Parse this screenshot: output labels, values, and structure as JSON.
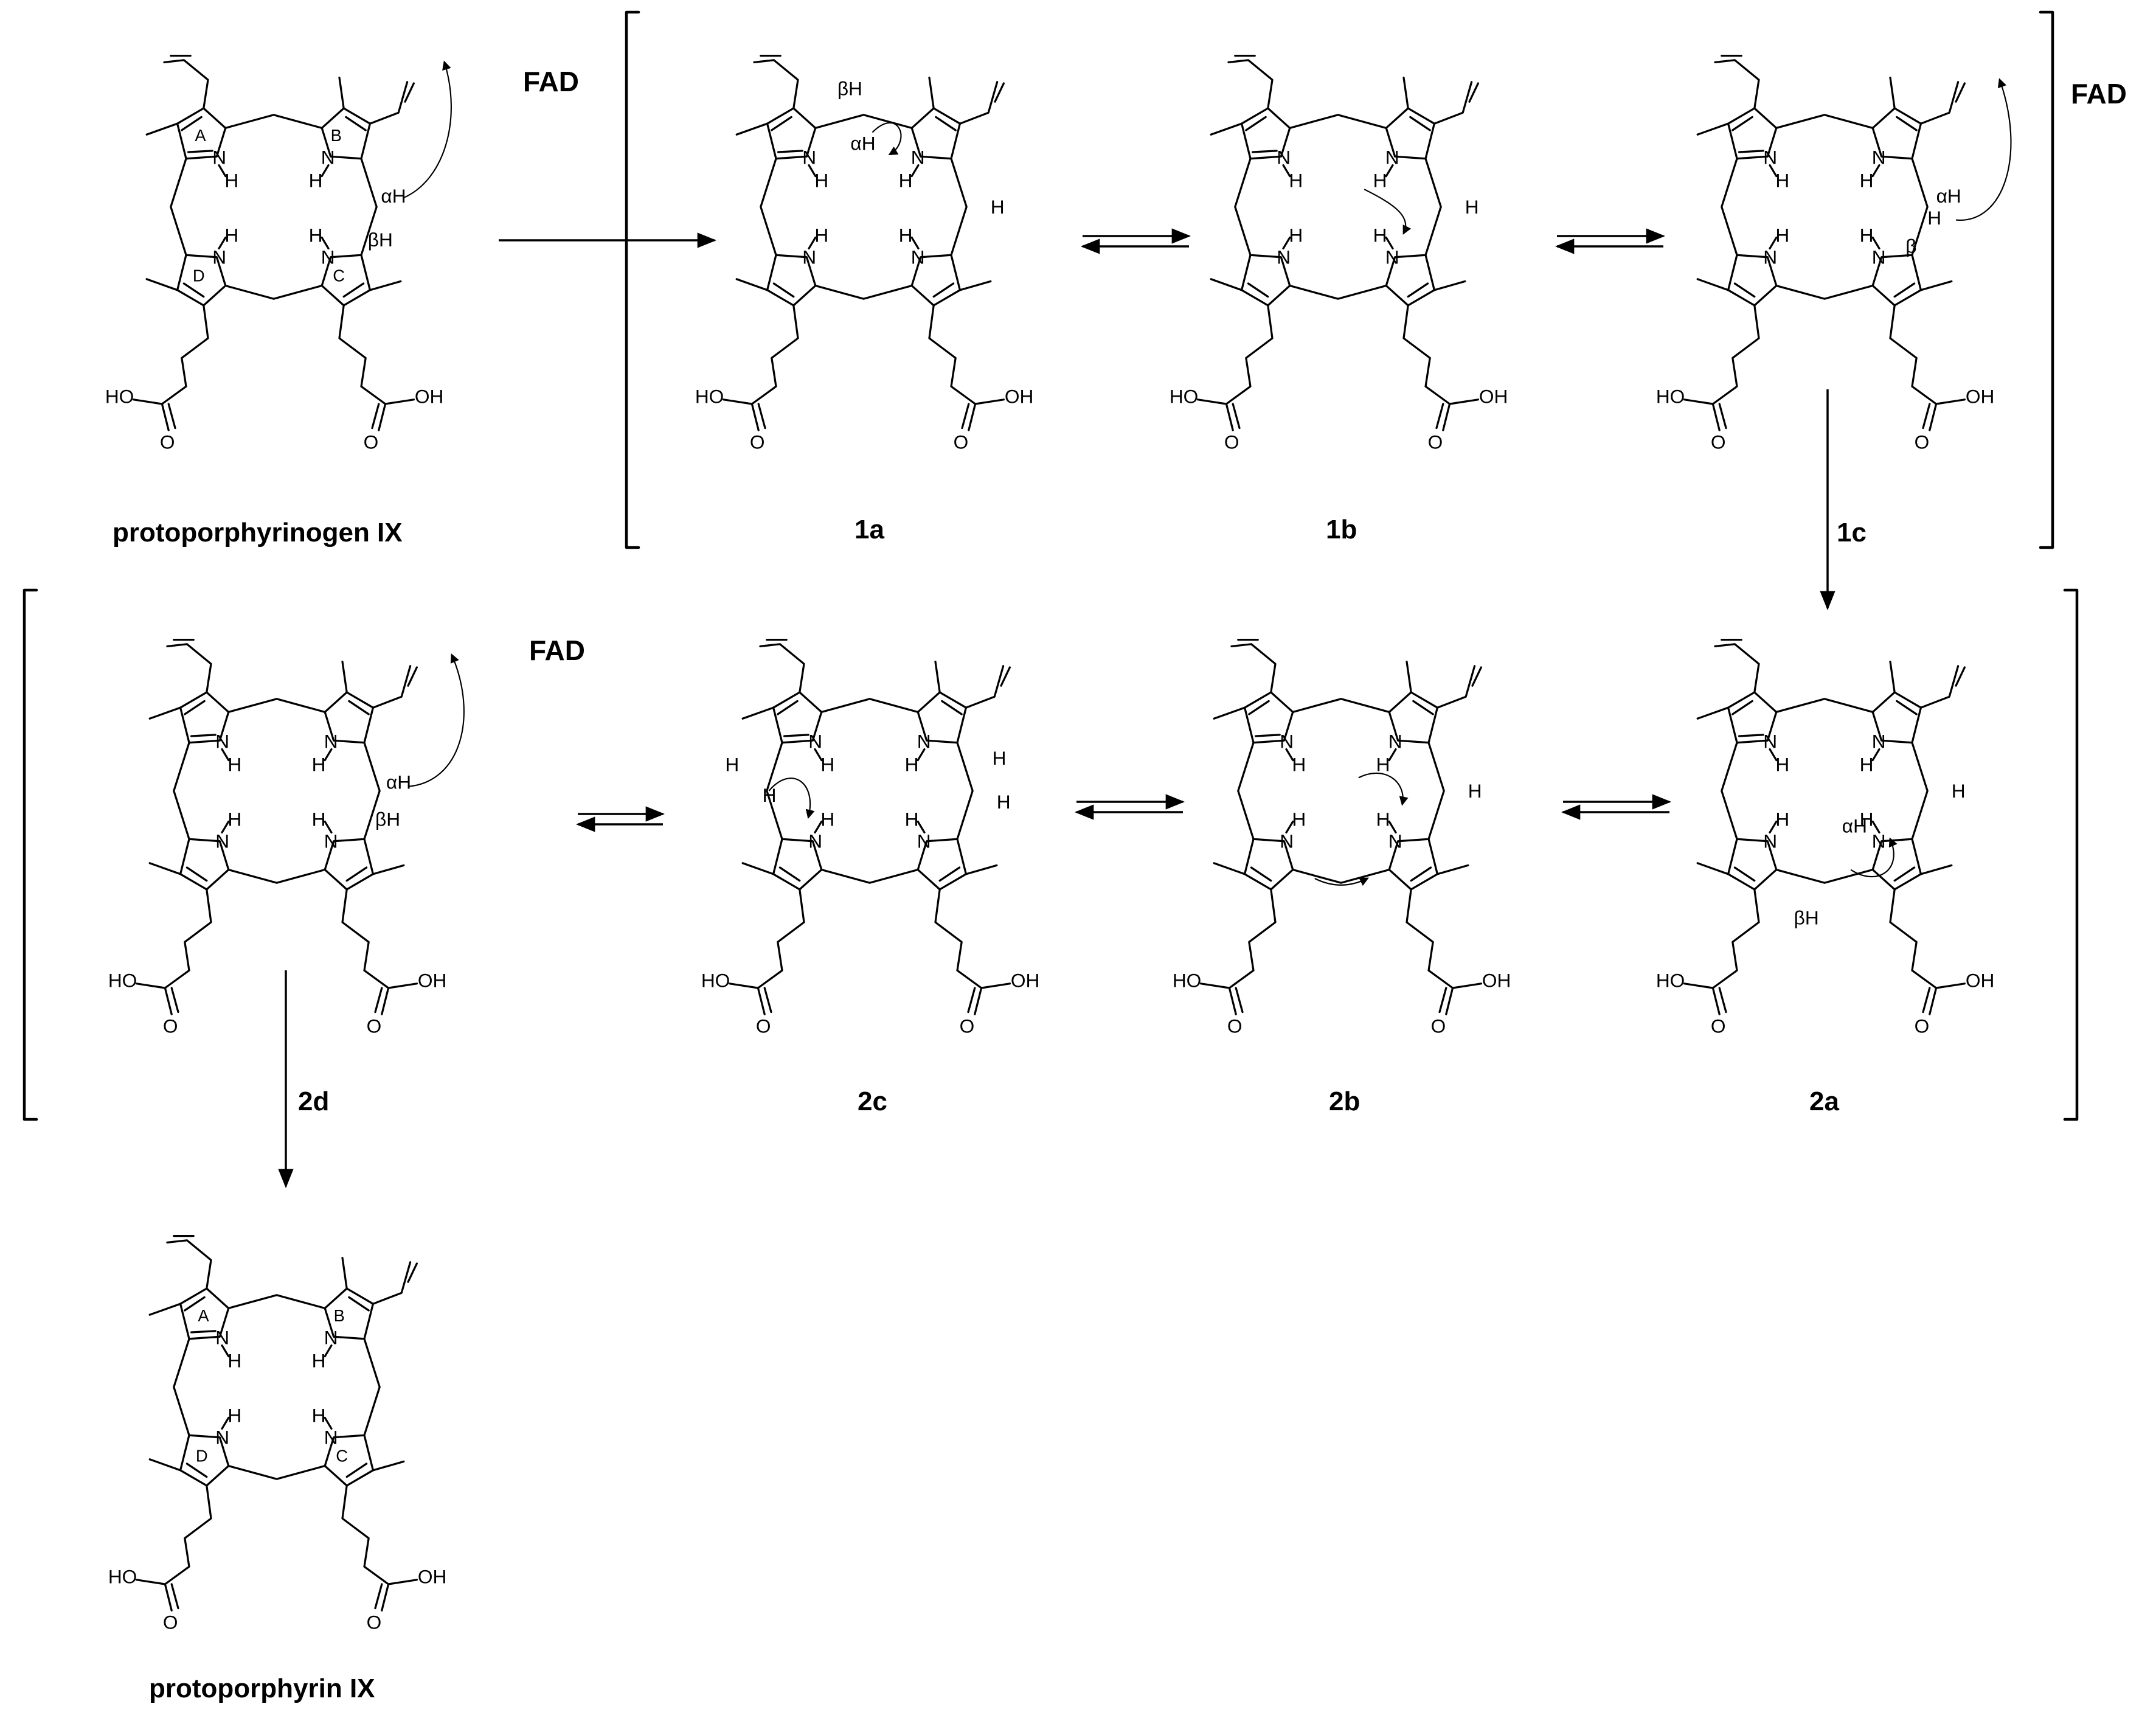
{
  "labels": {
    "start": "protoporphyrinogen IX",
    "product": "protoporphyrin IX",
    "i1a": "1a",
    "i1b": "1b",
    "i1c": "1c",
    "i2a": "2a",
    "i2b": "2b",
    "i2c": "2c",
    "i2d": "2d"
  },
  "cofactor": "FAD",
  "rings": [
    "A",
    "B",
    "C",
    "D"
  ],
  "atoms": {
    "n": "N",
    "h": "H",
    "ho": "HO",
    "o": "O",
    "oh": "OH",
    "alpha_h": "αH",
    "beta_h": "βH",
    "beta": "β",
    "beta_h_sup": "βH"
  },
  "structures": [
    {
      "id": "protoporphyrinogen-ix",
      "label_key": "start"
    },
    {
      "id": "intermediate-1a",
      "label_key": "i1a"
    },
    {
      "id": "intermediate-1b",
      "label_key": "i1b"
    },
    {
      "id": "intermediate-1c",
      "label_key": "i1c"
    },
    {
      "id": "intermediate-2a",
      "label_key": "i2a"
    },
    {
      "id": "intermediate-2b",
      "label_key": "i2b"
    },
    {
      "id": "intermediate-2c",
      "label_key": "i2c"
    },
    {
      "id": "intermediate-2d",
      "label_key": "i2d"
    },
    {
      "id": "protoporphyrin-ix",
      "label_key": "product"
    }
  ]
}
